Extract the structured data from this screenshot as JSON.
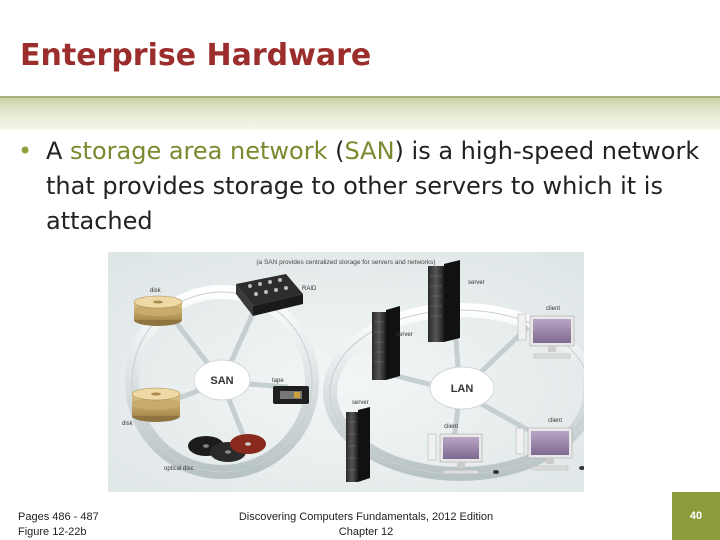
{
  "slide": {
    "title": "Enterprise Hardware",
    "bullet": {
      "prefix": "A ",
      "term": "storage area network",
      "paren_open": " (",
      "abbr": "SAN",
      "paren_close": ")",
      "rest": " is a high-speed network that provides storage to other servers to which it is attached"
    }
  },
  "figure": {
    "caption": "(a SAN provides centralized storage for servers and networks)",
    "nodes": {
      "san": "SAN",
      "lan": "LAN",
      "disk_top": "disk",
      "disk_bottom": "disk",
      "raid": "RAID",
      "tape": "tape",
      "optical": "optical disc",
      "server_top": "server",
      "server_mid": "server",
      "server_bottom": "server",
      "client_top": "client",
      "client_mid": "client",
      "client_bottom": "client"
    }
  },
  "footer": {
    "pages": "Pages 486 - 487",
    "figure_ref": "Figure 12-22b",
    "book": "Discovering Computers Fundamentals, 2012 Edition",
    "chapter": "Chapter 12",
    "page_number": "40"
  },
  "colors": {
    "title": "#9b2d2d",
    "accent": "#7a8a2e",
    "page_box": "#8e9b3b"
  }
}
